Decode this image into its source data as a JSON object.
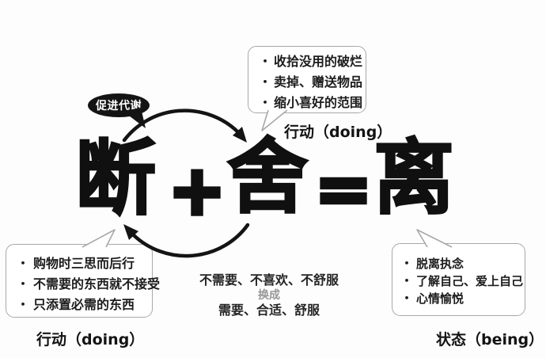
{
  "colors": {
    "ink": "#161616",
    "bubble_border": "#a8a8a8",
    "muted_gray": "#979797",
    "background": "#fdfdfd"
  },
  "bullet": "•",
  "metabolism": {
    "label": "促进代谢"
  },
  "top_bubble": {
    "items": [
      "收拾没用的破烂",
      "卖掉、赠送物品",
      "缩小喜好的范围"
    ]
  },
  "top_label": "行动（doing）",
  "equation": {
    "term1": "断",
    "plus": "+",
    "term2": "舍",
    "equals": "=",
    "term3": "离"
  },
  "left_bubble": {
    "items": [
      "购物时三思而后行",
      "不需要的东西就不接受",
      "只添置必需的东西"
    ]
  },
  "left_label": "行动（doing）",
  "right_bubble": {
    "items": [
      "脱离执念",
      "了解自己、爱上自己",
      "心情愉悦"
    ]
  },
  "right_label": "状态（being）",
  "center_note": {
    "before": "不需要、不喜欢、不舒服",
    "swap": "换成",
    "after": "需要、合适、舒服"
  }
}
